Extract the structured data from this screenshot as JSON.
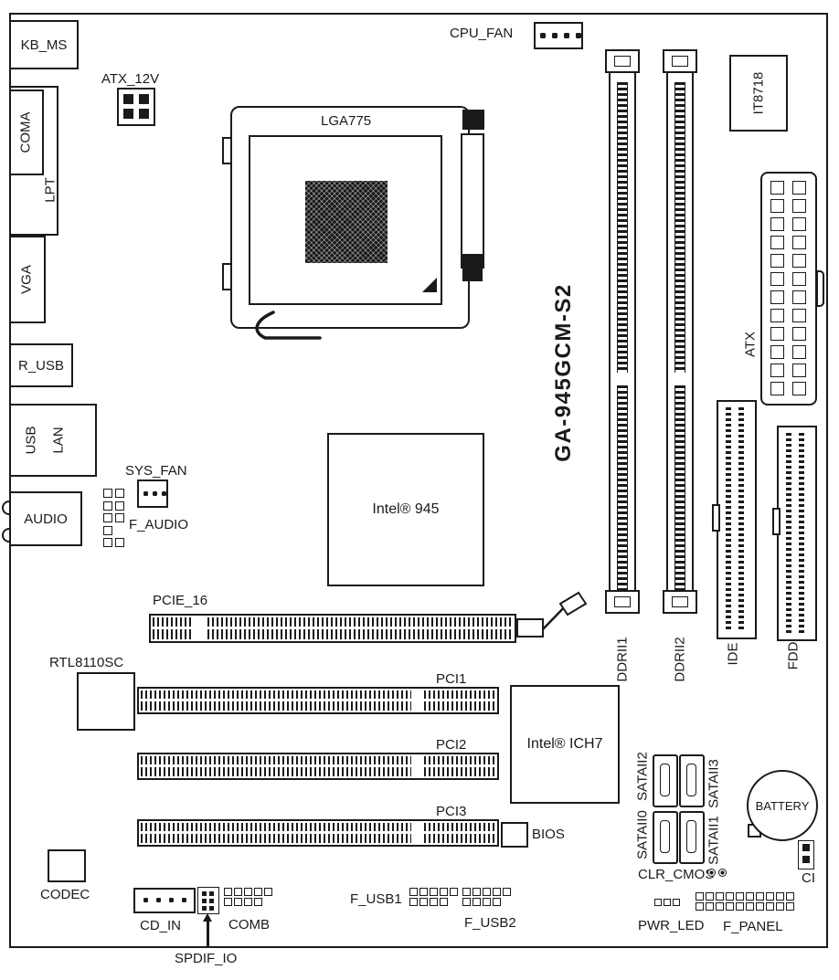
{
  "colors": {
    "line": "#1a1a1a",
    "background": "#ffffff"
  },
  "model": "GA-945GCM-S2",
  "rear_panel": {
    "kb_ms": "KB_MS",
    "coma": "COMA",
    "lpt": "LPT",
    "vga": "VGA",
    "r_usb": "R_USB",
    "usb": "USB",
    "lan": "LAN",
    "audio": "AUDIO"
  },
  "cpu": {
    "socket": "LGA775",
    "fan": "CPU_FAN"
  },
  "power": {
    "atx_12v": "ATX_12V",
    "atx": "ATX"
  },
  "chips": {
    "northbridge": "Intel® 945",
    "southbridge": "Intel® ICH7",
    "super_io": "IT8718",
    "lan": "RTL8110SC",
    "codec": "CODEC",
    "bios": "BIOS"
  },
  "memory": {
    "dimm1": "DDRII1",
    "dimm2": "DDRII2"
  },
  "storage": {
    "ide": "IDE",
    "fdd": "FDD",
    "sata": [
      "SATAII0",
      "SATAII1",
      "SATAII2",
      "SATAII3"
    ]
  },
  "expansion": {
    "pcie16": "PCIE_16",
    "pci1": "PCI1",
    "pci2": "PCI2",
    "pci3": "PCI3"
  },
  "headers": {
    "sys_fan": "SYS_FAN",
    "f_audio": "F_AUDIO",
    "cd_in": "CD_IN",
    "spdif_io": "SPDIF_IO",
    "comb": "COMB",
    "f_usb1": "F_USB1",
    "f_usb2": "F_USB2",
    "pwr_led": "PWR_LED",
    "f_panel": "F_PANEL",
    "clr_cmos": "CLR_CMOS",
    "ci": "CI"
  },
  "battery": "BATTERY"
}
